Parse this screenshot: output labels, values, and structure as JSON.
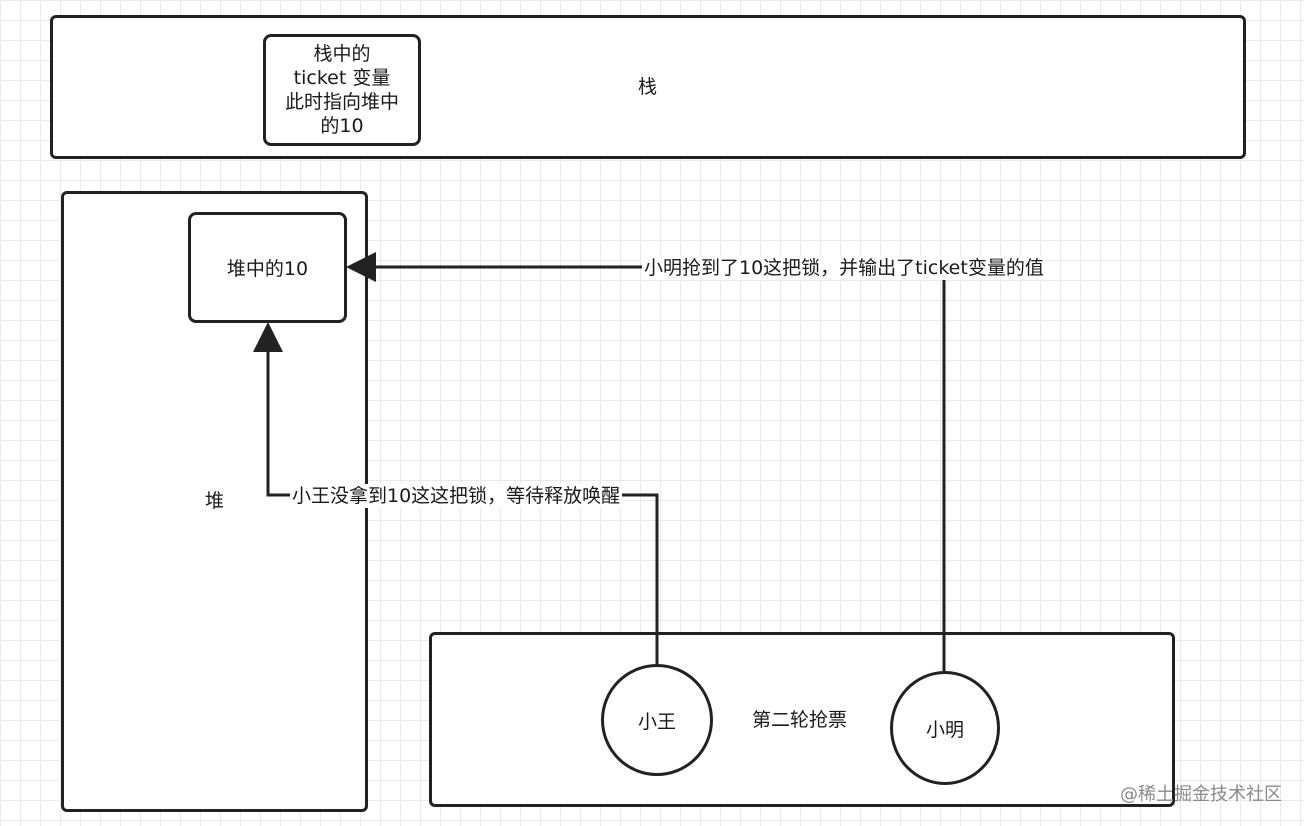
{
  "stack": {
    "label": "栈",
    "variable_note": "栈中的\nticket 变量\n此时指向堆中\n的10"
  },
  "heap": {
    "label": "堆",
    "object_label": "堆中的10"
  },
  "round": {
    "label": "第二轮抢票",
    "person_a": "小王",
    "person_b": "小明"
  },
  "edges": {
    "xiaoming_label": "小明抢到了10这把锁，并输出了ticket变量的值",
    "xiaowang_label": "小王没拿到10这这把锁，等待释放唤醒"
  },
  "watermark": "@稀土掘金技术社区",
  "colors": {
    "stroke": "#222222",
    "grid": "#e9e9e9",
    "watermark": "#8a8a8a"
  }
}
